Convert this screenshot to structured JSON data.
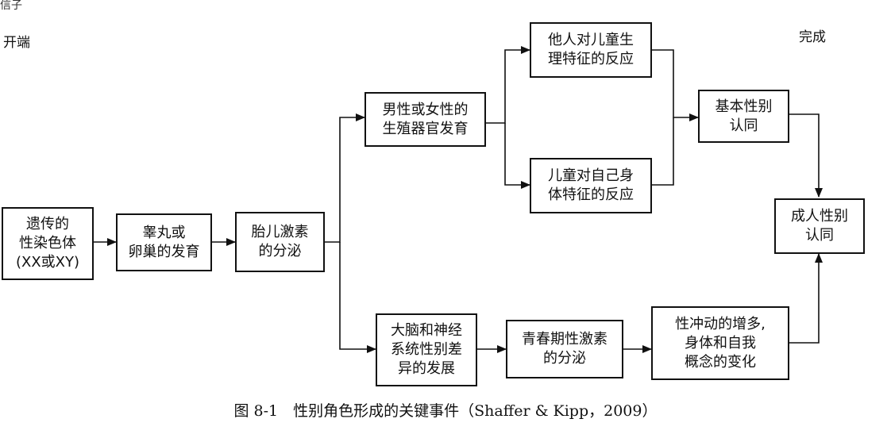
{
  "corner_mark": "信子",
  "labels": {
    "start": "开端",
    "end": "完成"
  },
  "boxes": {
    "genetic": "遗传的\n性染色体\n(XX或XY)",
    "gonads": "睾丸或\n卵巢的发育",
    "hormones": "胎儿激素\n的分泌",
    "genitals": "男性或女性的\n生殖器官发育",
    "others_reaction": "他人对儿童生\n理特征的反应",
    "child_reaction": "儿童对自己身\n体特征的反应",
    "basic_identity": "基本性别\n认同",
    "adult_identity": "成人性别\n认同",
    "brain": "大脑和神经\n系统性别差\n异的发展",
    "puberty": "青春期性激素\n的分泌",
    "sex_drive": "性冲动的增多,\n身体和自我\n概念的变化"
  },
  "caption": "图 8-1　性别角色形成的关键事件（Shaffer & Kipp，2009）"
}
